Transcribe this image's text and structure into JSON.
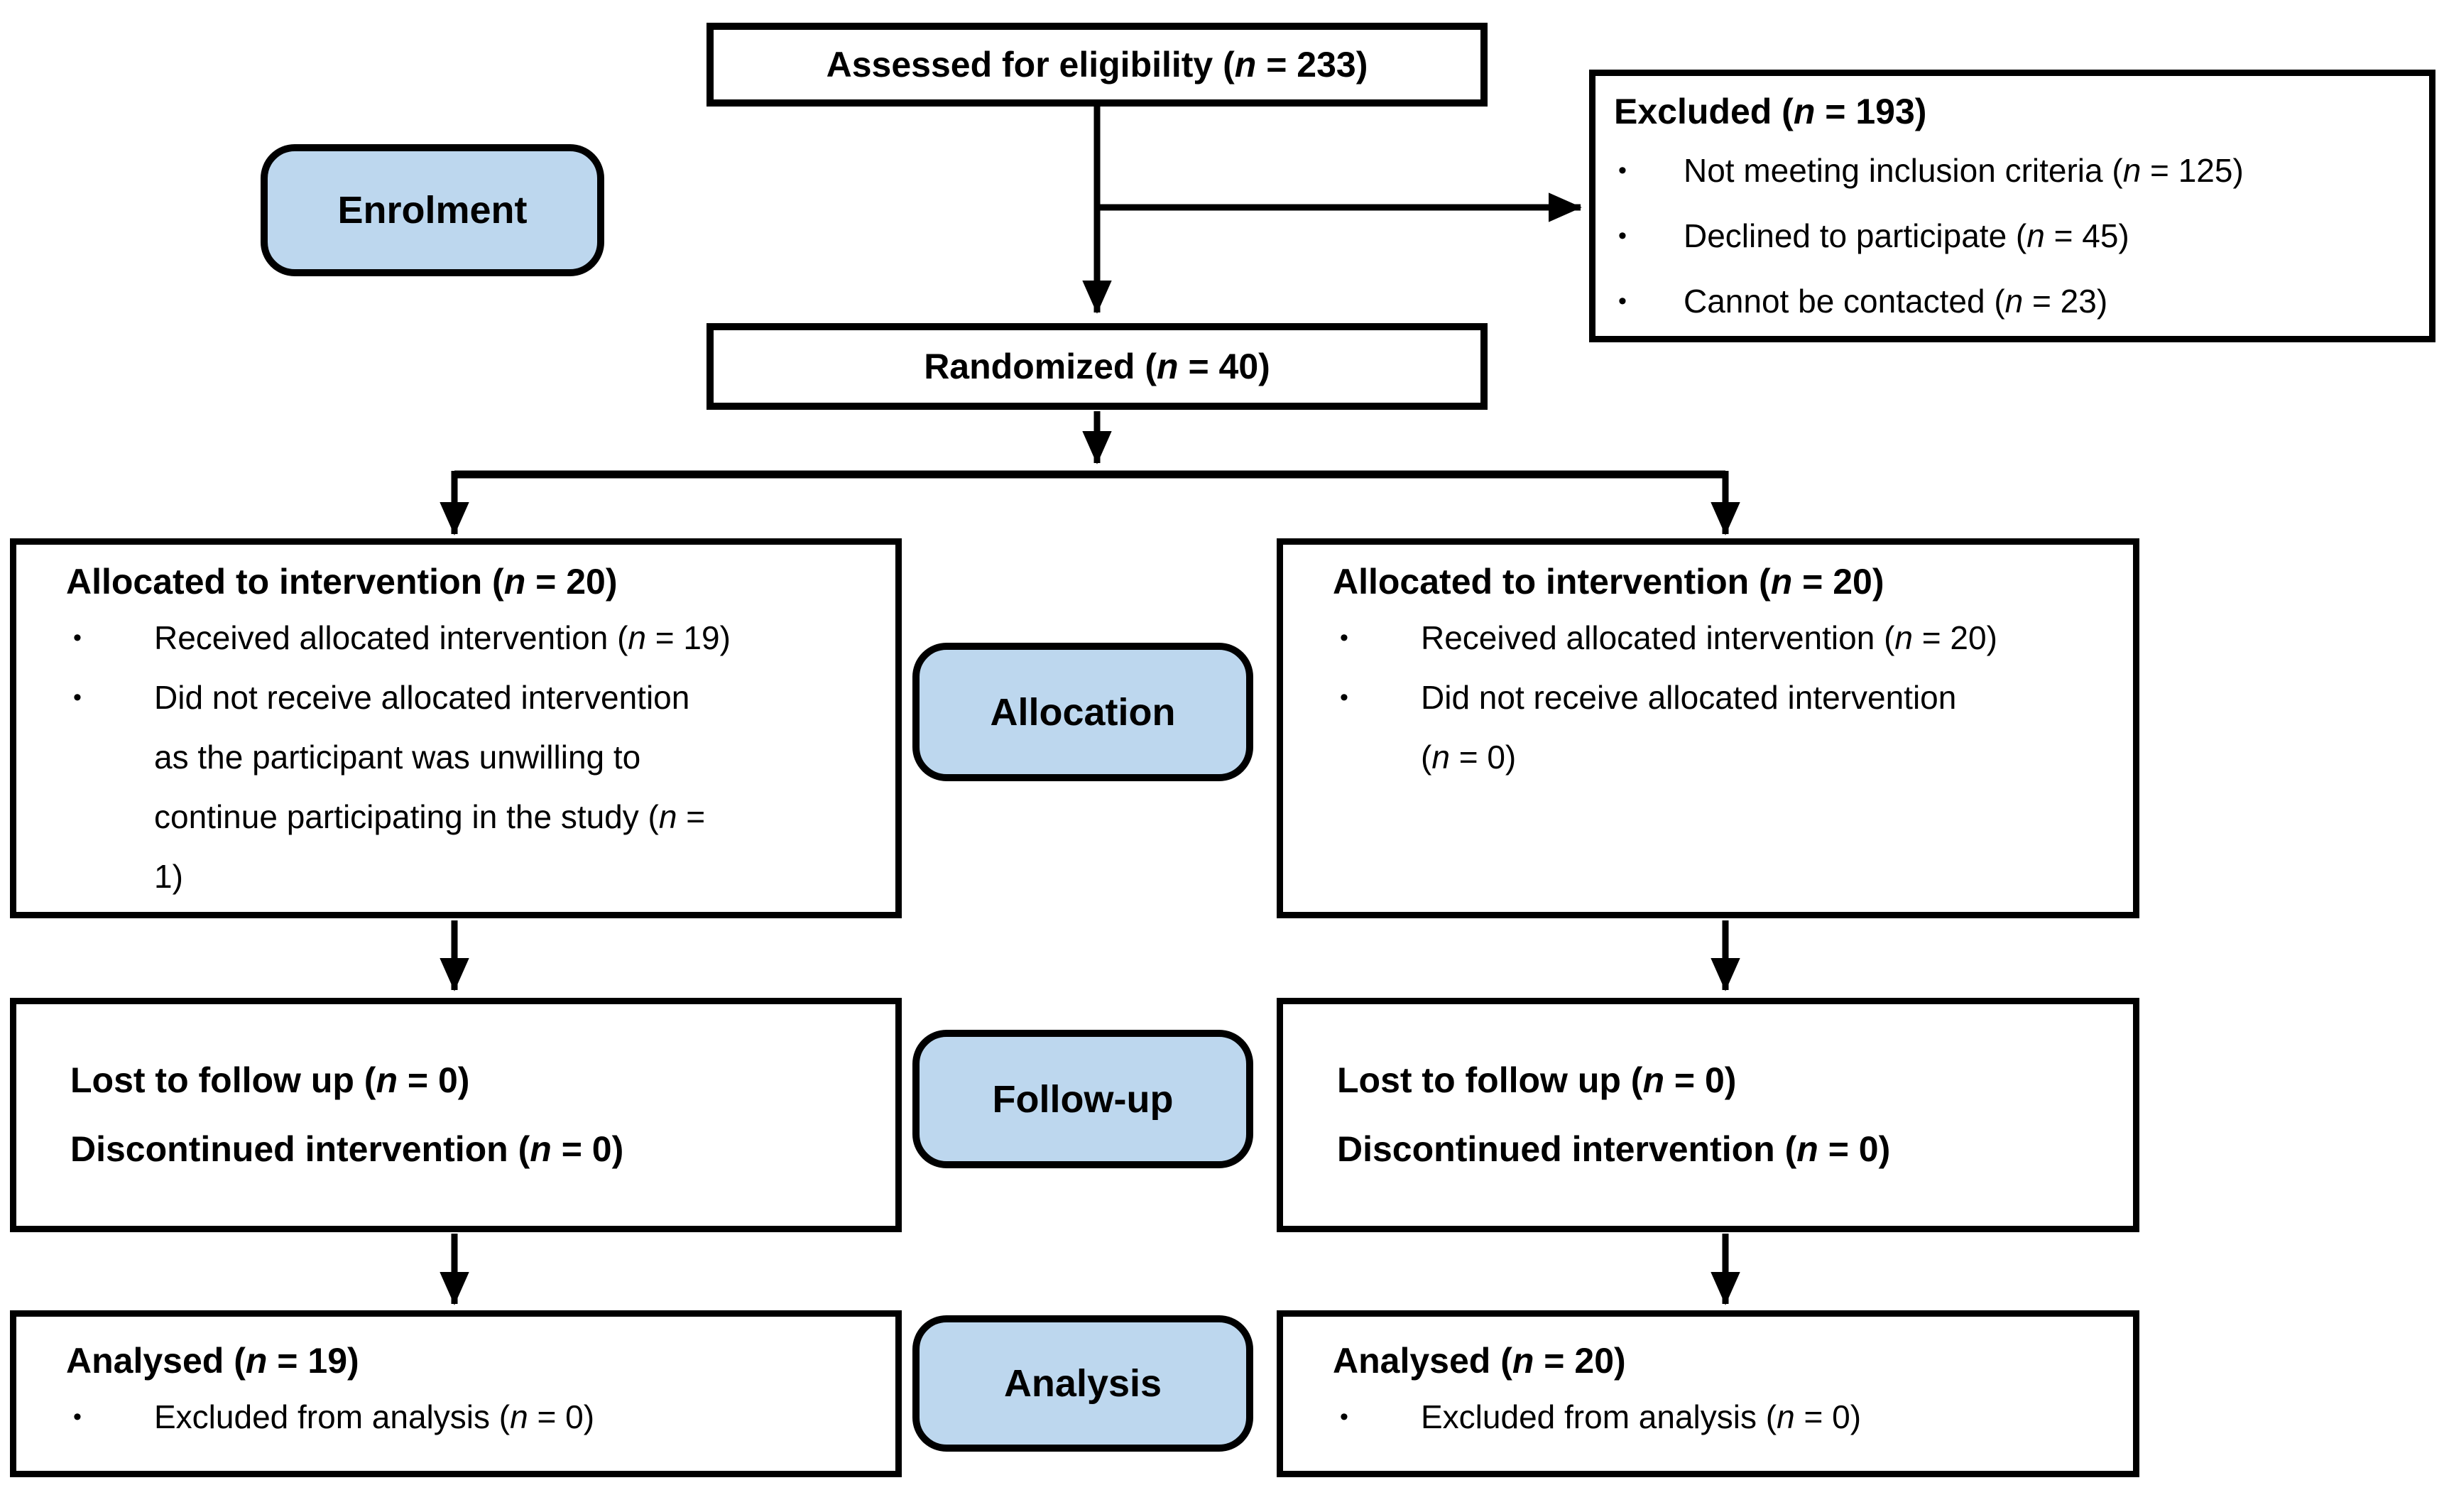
{
  "diagram_title": "CONSORT participant flow diagram",
  "colors": {
    "stage_label_fill": "#BDD7EE",
    "line_and_border": "#000000",
    "box_fill": "#ffffff"
  },
  "glyphs": {
    "bullet": "•"
  },
  "stage_labels": {
    "enrolment": "Enrolment",
    "allocation": "Allocation",
    "followup": "Follow-up",
    "analysis": "Analysis"
  },
  "boxes": {
    "assessed": {
      "title": "Assessed for eligibility (*n* = 233)"
    },
    "excluded": {
      "title": "Excluded (*n* = 193)",
      "bullets": [
        "Not meeting inclusion criteria (*n* = 125)",
        "Declined to participate (*n* = 45)",
        "Cannot be contacted (*n* = 23)"
      ]
    },
    "randomized": {
      "title": "Randomized (*n* = 40)"
    },
    "alloc_left": {
      "title": "Allocated to intervention (*n* = 20)",
      "bullets": [
        "Received allocated intervention (*n* = 19)",
        "Did not receive allocated intervention\nas the participant was unwilling to\ncontinue participating in the study (*n* =\n1)"
      ]
    },
    "alloc_right": {
      "title": "Allocated to intervention (*n* = 20)",
      "bullets": [
        "Received allocated intervention (*n* = 20)",
        "Did not receive allocated intervention\n(*n* = 0)"
      ]
    },
    "follow_left": {
      "lines": [
        "Lost to follow up (*n* = 0)",
        "Discontinued intervention (*n* = 0)"
      ]
    },
    "follow_right": {
      "lines": [
        "Lost to follow up (*n* = 0)",
        "Discontinued intervention (*n* = 0)"
      ]
    },
    "analysis_left": {
      "title": "Analysed (*n* = 19)",
      "bullets": [
        "Excluded from analysis (*n* = 0)"
      ]
    },
    "analysis_right": {
      "title": "Analysed (*n* = 20)",
      "bullets": [
        "Excluded from analysis (*n* = 0)"
      ]
    }
  }
}
